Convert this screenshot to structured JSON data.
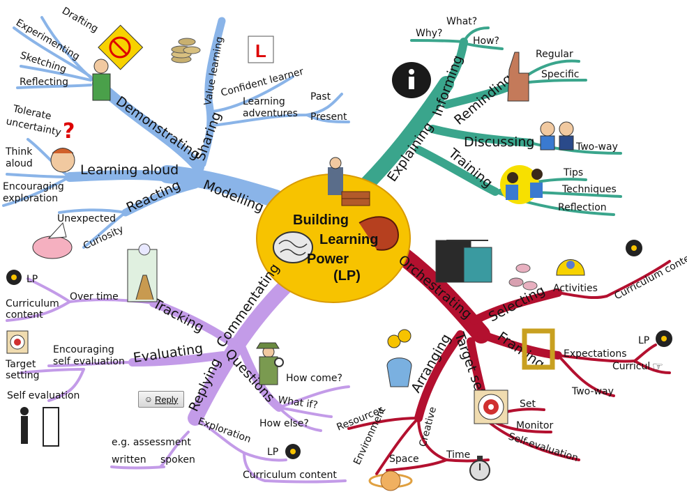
{
  "center": {
    "line1": "Building",
    "line2": "Learning",
    "line3": "Power",
    "line4": "(LP)"
  },
  "colors": {
    "modelling": "#8ab4e8",
    "explaining": "#3aa58c",
    "orchestrating": "#b3102f",
    "commentating": "#c39be8",
    "center": "#f7c300"
  },
  "branches": {
    "modelling": {
      "main": "Modelling",
      "demonstrating": "Demonstrating",
      "sharing": "Sharing",
      "learning_aloud": "Learning aloud",
      "reacting": "Reacting",
      "drafting": "Drafting",
      "experimenting": "Experimenting",
      "sketching": "Sketching",
      "reflecting": "Reflecting",
      "tolerate": "Tolerate",
      "uncertainty": "uncertainty",
      "think": "Think",
      "aloud": "aloud",
      "encouraging": "Encouraging",
      "exploration": "exploration",
      "unexpected": "Unexpected",
      "curiosity": "Curiosity",
      "value_learning": "Value learning",
      "confident_learner": "Confident learner",
      "learning": "Learning",
      "adventures": "adventures",
      "past": "Past",
      "present": "Present"
    },
    "explaining": {
      "main": "Explaining",
      "informing": "Informing",
      "reminding": "Reminding",
      "discussing": "Discussing",
      "training": "Training",
      "why": "Why?",
      "what": "What?",
      "how": "How?",
      "regular": "Regular",
      "specific": "Specific",
      "two_way": "Two-way",
      "tips": "Tips",
      "techniques": "Techniques",
      "reflection": "Reflection"
    },
    "orchestrating": {
      "main": "Orchestrating",
      "selecting": "Selecting",
      "framing": "Framing",
      "target_setting": "Target setting",
      "arranging": "Arranging",
      "activities": "Activities",
      "curriculum_content_lp": "Curriculum content+ LP",
      "expectations": "Expectations",
      "lp": "LP",
      "curricul": "Curricul",
      "two_way": "Two-way",
      "set": "Set",
      "monitor": "Monitor",
      "self_evaluation": "Self-evaluation",
      "resources": "Resources",
      "environment": "Environment",
      "creative": "Creative",
      "space": "Space",
      "time": "Time"
    },
    "commentating": {
      "main": "Commentating",
      "replying": "Replying",
      "tracking": "Tracking",
      "evaluating": "Evaluating",
      "questions": "Questions",
      "over_time": "Over time",
      "lp": "LP",
      "curriculum": "Curriculum",
      "content": "content",
      "encouraging": "Encouraging",
      "self_evaluation_enc": "self evaluation",
      "target": "Target",
      "setting": "setting",
      "self_evaluation": "Self evaluation",
      "how_come": "How come?",
      "what_if": "What if?",
      "how_else": "How else?",
      "exploration": "Exploration",
      "lp2": "LP",
      "curriculum_content": "Curriculum content",
      "eg_assessment": "e.g. assessment",
      "written": "written",
      "spoken": "spoken"
    }
  },
  "reply_button": "Reply",
  "icons": [
    "no-sign-icon",
    "coins-icon",
    "l-plate-icon",
    "question-mark-icon",
    "flying-pig-icon",
    "info-icon",
    "pointing-hand-icon",
    "two-people-icon",
    "dumbbells-icon",
    "builder-icon",
    "brain-icon",
    "arm-muscle-icon",
    "conductor-icon",
    "sweets-icon",
    "bell-icon",
    "cd-icon",
    "picture-frame-icon",
    "flower-vase-icon",
    "dartboard-icon",
    "stopwatch-icon",
    "planet-icon",
    "detective-icon",
    "person-mirror-icon",
    "railway-icon"
  ]
}
